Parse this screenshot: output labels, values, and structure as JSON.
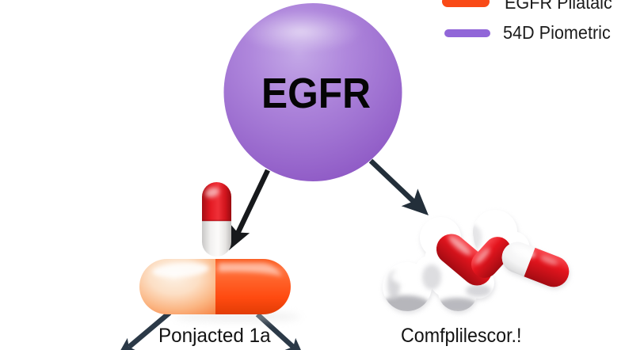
{
  "diagram": {
    "node": {
      "label": "EGFR",
      "shape": "sphere",
      "color": "#9a6cce"
    },
    "legend": {
      "items": [
        {
          "label": "EGFR Pilatalc",
          "swatch": "thick-rounded-bar",
          "color": "#f94a17"
        },
        {
          "label": "54D Piometric",
          "swatch": "rounded-bar",
          "color": "#9166d8"
        }
      ]
    },
    "branches": {
      "left": {
        "caption": "Ponjacted 1a",
        "graphics": [
          "red-white-pill-capsule",
          "orange-capsule"
        ]
      },
      "right": {
        "caption": "Comfplilescor.!",
        "graphics": [
          "molecule-model"
        ]
      }
    },
    "colors": {
      "background": "#ffffff",
      "arrow_dark": "#17191c",
      "arrow_slate": "#2b3947",
      "pill_red": "#e01822",
      "capsule_orange": "#ff4c12",
      "capsule_peach": "#fbbf98",
      "molecule_white": "#f6f6f7",
      "text": "#131313"
    }
  }
}
